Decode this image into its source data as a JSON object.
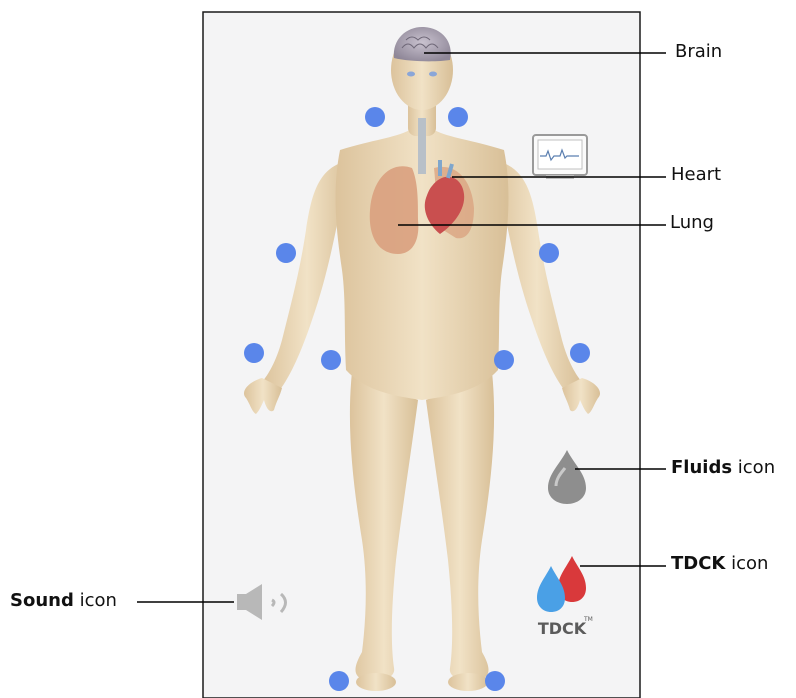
{
  "callouts": {
    "brain": "Brain",
    "heart": "Heart",
    "lung": "Lung",
    "fluids_bold": "Fluids",
    "fluids_rest": " icon",
    "tdck_bold": "TDCK",
    "tdck_rest": " icon",
    "sound_bold": "Sound",
    "sound_rest": " icon"
  },
  "tdck_logo_text": "TDCK",
  "tdck_tm": "TM",
  "icons": {
    "monitor": "vital-signs-monitor-icon",
    "fluids": "fluids-drop-icon",
    "tdck": "tdck-drops-icon",
    "sound": "speaker-icon"
  },
  "colors": {
    "panel_bg": "#f4f4f5",
    "panel_border": "#1a1a1a",
    "electrode_dot": "#5a86ea",
    "skin": "#e9d6b4",
    "lung": "#d9a07e",
    "heart": "#c94f4f",
    "fluid_gray": "#8e8e8e",
    "tdck_blue": "#4aa0e6",
    "tdck_red": "#d9393b"
  }
}
